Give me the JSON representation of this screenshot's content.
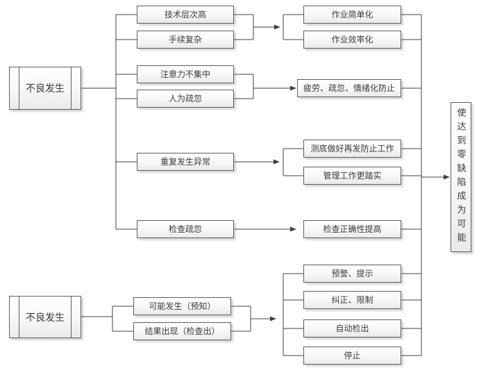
{
  "colors": {
    "background": "#ffffff",
    "box_border": "#5e5e5e",
    "box_fill_top": "#ffffff",
    "box_fill_bottom": "#eaeaea",
    "connector_line": "#404040",
    "text": "#3a3a3a"
  },
  "nodes": {
    "defect_top": {
      "label": "不良发生"
    },
    "tech_level": {
      "label": "技术层次高"
    },
    "procedure_complex": {
      "label": "手续复杂"
    },
    "attention_lapse": {
      "label": "注意力不集中"
    },
    "human_negligence": {
      "label": "人为疏忽"
    },
    "repeated_abnormal": {
      "label": "重复发生异常"
    },
    "inspection_negligence": {
      "label": "检查疏忽"
    },
    "work_simplification": {
      "label": "作业简单化"
    },
    "work_efficiency": {
      "label": "作业效率化"
    },
    "fatigue_prevention": {
      "label": "疲劳、疏忽、情绪化防止"
    },
    "recurrence_prevention": {
      "label": "测底做好再发防止工作"
    },
    "management_solid": {
      "label": "管理工作更踏实"
    },
    "inspection_accuracy": {
      "label": "检查正确性提高"
    },
    "warning_prompt": {
      "label": "预警、提示"
    },
    "correction_limit": {
      "label": "纠正、限制"
    },
    "auto_detection": {
      "label": "自动检出"
    },
    "stop": {
      "label": "停止"
    },
    "defect_bottom": {
      "label": "不良发生"
    },
    "possible_occurrence": {
      "label": "可能发生（预知）"
    },
    "result_appearance": {
      "label": "结果出现（检查出）"
    },
    "zero_defect_goal": {
      "label": "使达到零缺陷成为可能"
    }
  },
  "edges": [
    {
      "from": [
        "defect_top"
      ],
      "to": [
        "tech_level",
        "procedure_complex",
        "attention_lapse",
        "human_negligence",
        "repeated_abnormal",
        "inspection_negligence"
      ]
    },
    {
      "from": [
        "tech_level",
        "procedure_complex"
      ],
      "to": [
        "work_simplification",
        "work_efficiency"
      ]
    },
    {
      "from": [
        "attention_lapse",
        "human_negligence"
      ],
      "to": [
        "fatigue_prevention"
      ]
    },
    {
      "from": [
        "repeated_abnormal"
      ],
      "to": [
        "recurrence_prevention",
        "management_solid"
      ]
    },
    {
      "from": [
        "inspection_negligence"
      ],
      "to": [
        "inspection_accuracy"
      ]
    },
    {
      "from": [
        "defect_bottom"
      ],
      "to": [
        "possible_occurrence",
        "result_appearance"
      ]
    },
    {
      "from": [
        "possible_occurrence",
        "result_appearance"
      ],
      "to": [
        "warning_prompt",
        "correction_limit",
        "auto_detection",
        "stop"
      ]
    },
    {
      "from": [
        "work_simplification",
        "work_efficiency",
        "fatigue_prevention",
        "recurrence_prevention",
        "management_solid",
        "inspection_accuracy",
        "warning_prompt",
        "correction_limit",
        "auto_detection",
        "stop"
      ],
      "to": [
        "zero_defect_goal"
      ]
    }
  ]
}
